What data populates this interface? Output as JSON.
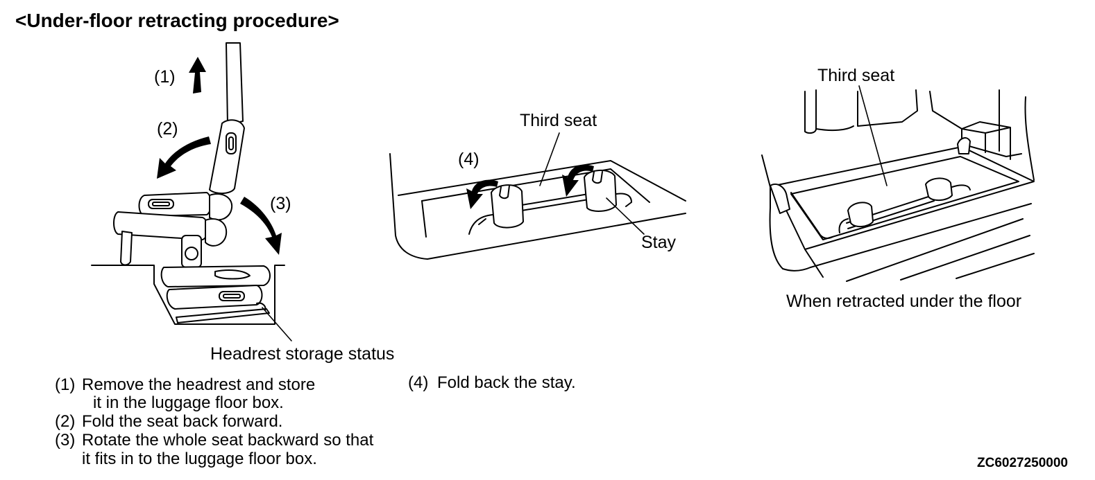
{
  "title": "<Under-floor retracting procedure>",
  "figure_left": {
    "step_labels": [
      "(1)",
      "(2)",
      "(3)"
    ],
    "caption": "Headrest storage status"
  },
  "figure_middle": {
    "step_label": "(4)",
    "label_third_seat": "Third seat",
    "label_stay": "Stay"
  },
  "figure_right": {
    "label_third_seat": "Third seat",
    "caption": "When retracted under the floor"
  },
  "steps": [
    {
      "num": "(1)",
      "line1": "Remove the headrest and store",
      "line2": "it in the luggage floor box."
    },
    {
      "num": "(2)",
      "line1": "Fold the seat back forward."
    },
    {
      "num": "(3)",
      "line1": "Rotate the whole seat backward so that",
      "line2": "it fits in to the luggage floor box."
    },
    {
      "num": "(4)",
      "line1": "Fold back the stay."
    }
  ],
  "figure_code": "ZC6027250000"
}
